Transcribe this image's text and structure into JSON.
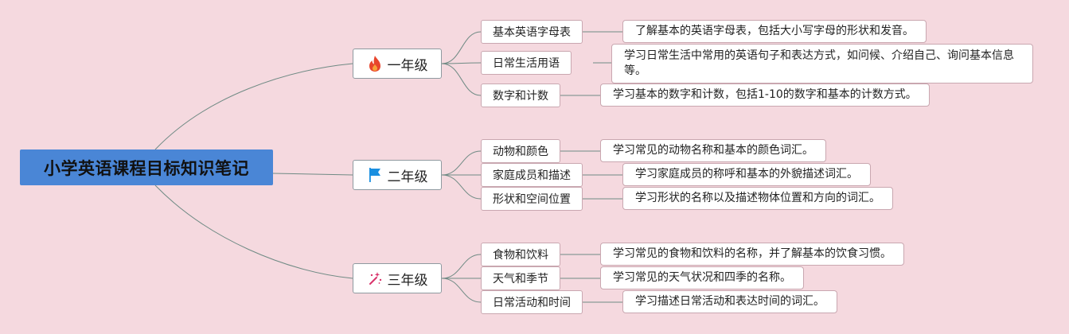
{
  "title": "小学英语课程目标知识笔记",
  "branches": [
    {
      "label": "一年级",
      "icon": "fire-icon",
      "items": [
        {
          "topic": "基本英语字母表",
          "desc": "了解基本的英语字母表，包括大小写字母的形状和发音。"
        },
        {
          "topic": "日常生活用语",
          "desc": "学习日常生活中常用的英语句子和表达方式，如问候、介绍自己、询问基本信息等。"
        },
        {
          "topic": "数字和计数",
          "desc": "学习基本的数字和计数，包括1-10的数字和基本的计数方式。"
        }
      ]
    },
    {
      "label": "二年级",
      "icon": "flag-icon",
      "items": [
        {
          "topic": "动物和颜色",
          "desc": "学习常见的动物名称和基本的颜色词汇。"
        },
        {
          "topic": "家庭成员和描述",
          "desc": "学习家庭成员的称呼和基本的外貌描述词汇。"
        },
        {
          "topic": "形状和空间位置",
          "desc": "学习形状的名称以及描述物体位置和方向的词汇。"
        }
      ]
    },
    {
      "label": "三年级",
      "icon": "sparkle-wand-icon",
      "items": [
        {
          "topic": "食物和饮料",
          "desc": "学习常见的食物和饮料的名称，并了解基本的饮食习惯。"
        },
        {
          "topic": "天气和季节",
          "desc": "学习常见的天气状况和四季的名称。"
        },
        {
          "topic": "日常活动和时间",
          "desc": "学习描述日常活动和表达时间的词汇。"
        }
      ]
    }
  ],
  "colors": {
    "background": "#f5d9df",
    "root": "#4a86d6",
    "connector": "#6f8a84",
    "fire": "#e8452c",
    "flag": "#1a8fe0",
    "sparkle": "#d9336b"
  }
}
